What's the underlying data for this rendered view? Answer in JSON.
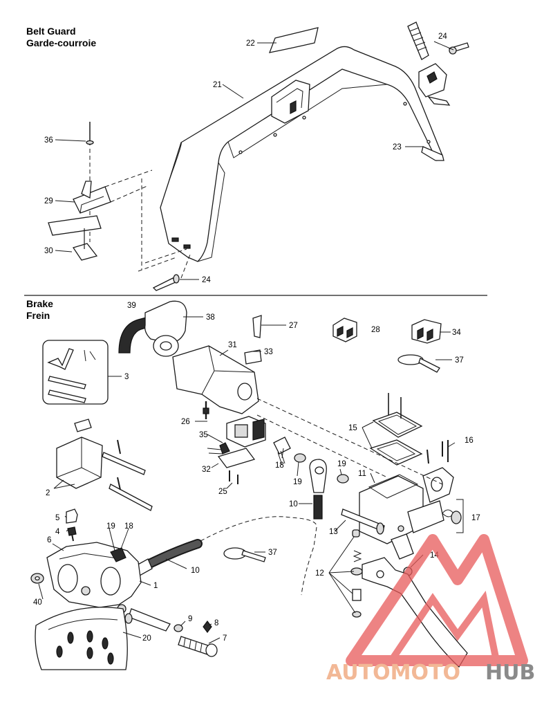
{
  "sections": {
    "belt_guard": {
      "title_en": "Belt Guard",
      "title_fr": "Garde-courroie"
    },
    "brake": {
      "title_en": "Brake",
      "title_fr": "Frein"
    }
  },
  "callouts": {
    "c22": "22",
    "c21": "21",
    "c24a": "24",
    "c36": "36",
    "c29": "29",
    "c30": "30",
    "c23": "23",
    "c24b": "24",
    "c39": "39",
    "c38": "38",
    "c27": "27",
    "c28": "28",
    "c34": "34",
    "c37a": "37",
    "c31": "31",
    "c33": "33",
    "c3": "3",
    "c26": "26",
    "c35": "35",
    "c32": "32",
    "c25": "25",
    "c18a": "18",
    "c19a": "19",
    "c19b": "19",
    "c15": "15",
    "c16": "16",
    "c11": "11",
    "c2": "2",
    "c10a": "10",
    "c17": "17",
    "c13": "13",
    "c5": "5",
    "c4": "4",
    "c19c": "19",
    "c18b": "18",
    "c6": "6",
    "c37b": "37",
    "c14": "14",
    "c12": "12",
    "c10b": "10",
    "c1": "1",
    "c40": "40",
    "c9": "9",
    "c8": "8",
    "c20": "20",
    "c7": "7"
  },
  "watermark": {
    "text_a": "AUTOMOTO",
    "text_b": "HUB",
    "color_a": "#f2b896",
    "color_b": "#8a8a8a",
    "logo_color": "#e85a5a"
  }
}
